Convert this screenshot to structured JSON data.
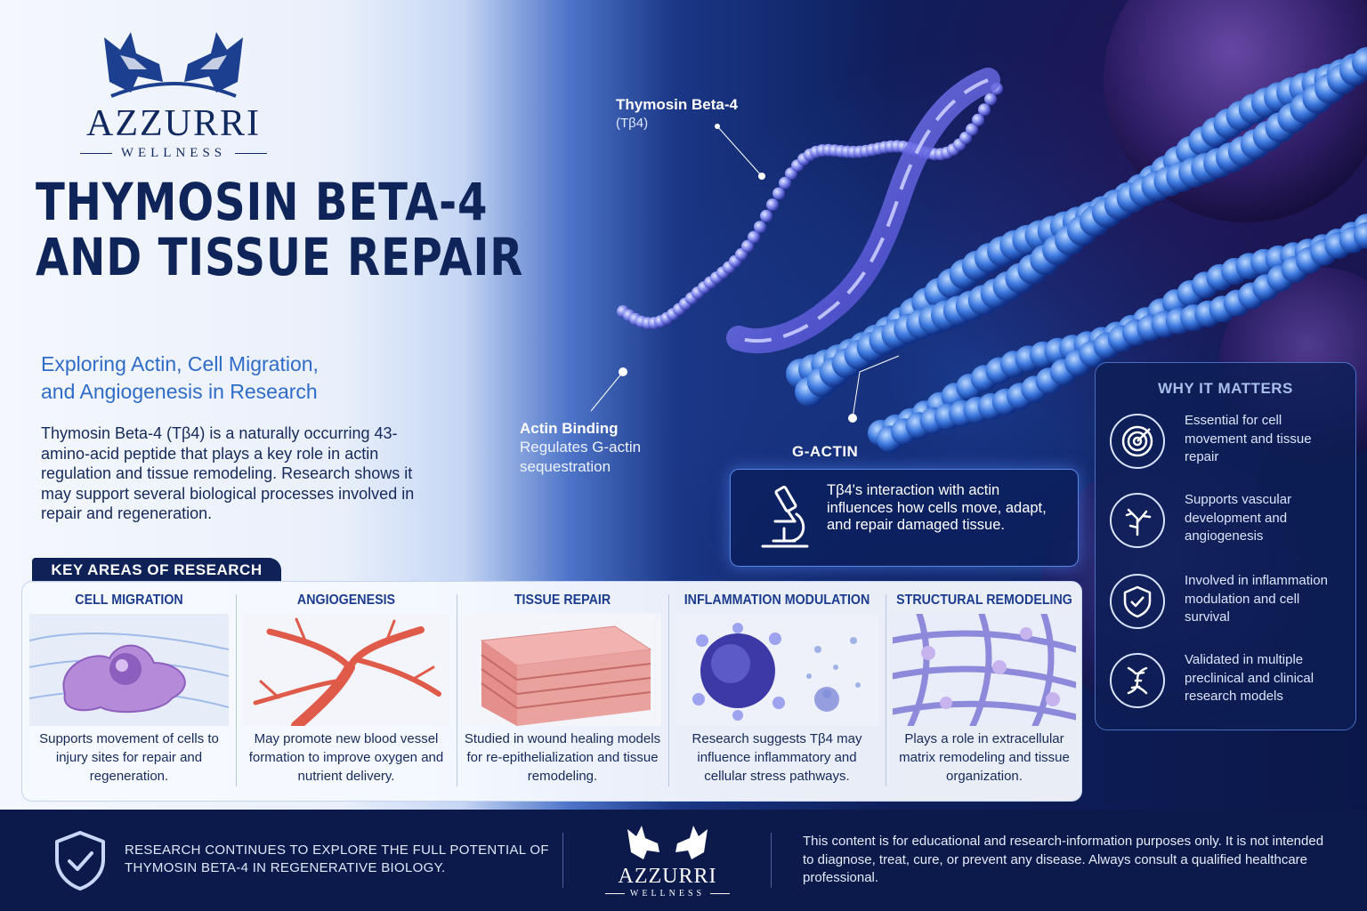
{
  "brand": {
    "name": "AZZURRI",
    "sub": "WELLNESS"
  },
  "title": {
    "line1": "THYMOSIN BETA-4",
    "line2": "AND TISSUE REPAIR"
  },
  "subtitle": {
    "line1": "Exploring Actin, Cell Migration,",
    "line2": "and Angiogenesis in Research"
  },
  "intro": "Thymosin Beta-4 (Tβ4) is a naturally occurring 43-amino-acid peptide that plays a key role in actin regulation and tissue remodeling. Research shows it may support several biological processes involved in repair and regeneration.",
  "molecule": {
    "tb4_label": "Thymosin Beta-4",
    "tb4_abbr": "(Tβ4)",
    "actin_title": "Actin Binding",
    "actin_desc": "Regulates G-actin sequestration",
    "gactin_label": "G-ACTIN",
    "info_text": "Tβ4's interaction with actin influences how cells move, adapt, and repair damaged tissue."
  },
  "why": {
    "heading": "WHY IT MATTERS",
    "items": [
      {
        "text": "Essential for cell movement and tissue repair",
        "icon": "target-icon"
      },
      {
        "text": "Supports vascular development and angiogenesis",
        "icon": "vessel-branch-icon"
      },
      {
        "text": "Involved in inflammation modulation and cell survival",
        "icon": "shield-check-icon"
      },
      {
        "text": "Validated in multiple preclinical and clinical research models",
        "icon": "dna-icon"
      }
    ]
  },
  "key_areas": {
    "heading": "KEY AREAS OF RESEARCH",
    "cards": [
      {
        "title": "CELL MIGRATION",
        "desc": "Supports movement of cells to injury sites for repair and regeneration."
      },
      {
        "title": "ANGIOGENESIS",
        "desc": "May promote new blood vessel formation to improve oxygen and nutrient delivery."
      },
      {
        "title": "TISSUE REPAIR",
        "desc": "Studied in wound healing models for re-epithelialization and tissue remodeling."
      },
      {
        "title": "INFLAMMATION MODULATION",
        "desc": "Research suggests Tβ4 may influence inflammatory and cellular stress pathways."
      },
      {
        "title": "STRUCTURAL REMODELING",
        "desc": "Plays a role in extracellular matrix remodeling and tissue organization."
      }
    ]
  },
  "footer": {
    "statement": "RESEARCH CONTINUES TO EXPLORE THE FULL POTENTIAL OF THYMOSIN BETA-4 IN REGENERATIVE BIOLOGY.",
    "brand_name": "AZZURRI",
    "brand_sub": "WELLNESS",
    "disclaimer": "This content is for educational and research-information purposes only. It is not intended to diagnose, treat, cure, or prevent any disease. Always consult a qualified healthcare professional."
  },
  "colors": {
    "navy": "#0f2559",
    "accent_blue": "#2f6cc7",
    "footer_bg": "#0b1a4a"
  }
}
